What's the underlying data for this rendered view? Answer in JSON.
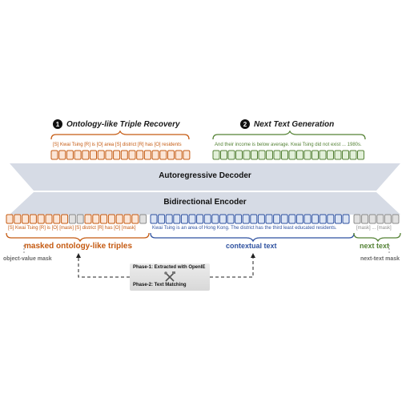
{
  "top": {
    "task1": {
      "number": "1",
      "title": "Ontology-like Triple Recovery"
    },
    "task2": {
      "number": "2",
      "title": "Next Text Generation"
    },
    "triple_text": "[S] Kwai Tsing [R] is [O] area [S] district [R] has [O] residents",
    "next_text": "And their income is below average. Kwai Tsing did not exist ... 1980s."
  },
  "decoder": {
    "label": "Autoregressive Decoder"
  },
  "encoder": {
    "label": "Bidirectional Encoder"
  },
  "bottom": {
    "masked_triple_text": "[S] Kwai Tsing [R] is [O] [mask] [S] district [R] has [O] [mask]",
    "context_text": "Kwai Tsing is an area of Hong Kong. The district has the third least educated residents.",
    "next_mask_text": "[mask] ... [mask]",
    "label_masked": "masked ontology-like triples",
    "label_context": "contextual text",
    "label_next": "next text",
    "note_object_mask": "object-value mask",
    "note_next_mask": "next-text mask"
  },
  "phases": {
    "phase1": "Phase-1: Extracted with OpenIE",
    "phase2": "Phase-2: Text Matching"
  },
  "colors": {
    "orange": "#c55a11",
    "orange_fill": "#fbe5d6",
    "green": "#548235",
    "green_fill": "#e2f0d9",
    "blue": "#2f52a0",
    "blue_fill": "#dae3f3",
    "gray": "#8c8c8c",
    "gray_fill": "#e0e0e0",
    "band": "#d6dbe5"
  }
}
